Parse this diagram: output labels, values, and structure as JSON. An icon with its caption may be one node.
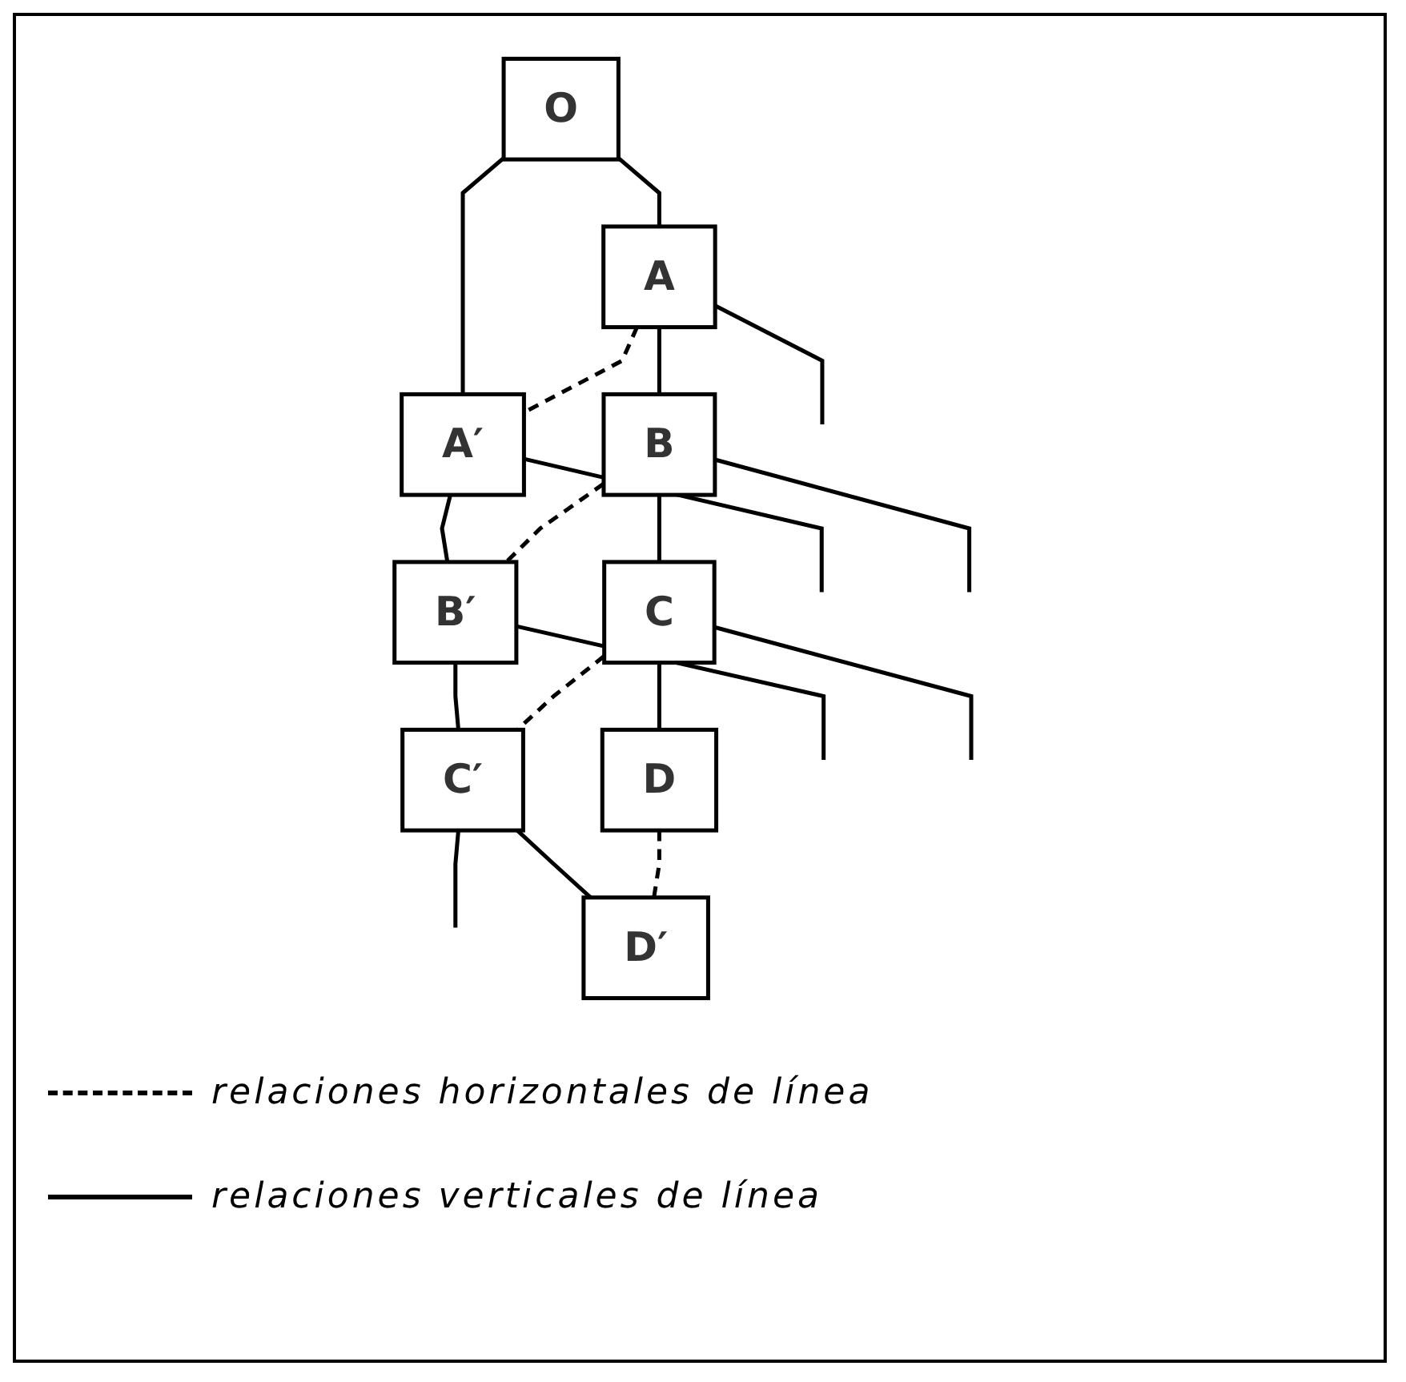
{
  "diagram": {
    "nodes": [
      {
        "text": [
          "O"
        ]
      },
      {
        "text": [
          "A"
        ]
      },
      {
        "text": [
          "A′"
        ]
      },
      {
        "text": [
          "B"
        ]
      },
      {
        "text": [
          "B′"
        ]
      },
      {
        "text": [
          "C"
        ]
      },
      {
        "text": [
          "C′"
        ]
      },
      {
        "text": [
          "D"
        ]
      },
      {
        "text": [
          "D′"
        ]
      }
    ],
    "edges": [
      {
        "from": 0,
        "to": 1,
        "arrow": "none"
      },
      {
        "from": 0,
        "to": 2,
        "arrow": "none"
      },
      {
        "from": 1,
        "to": 2,
        "arrow": "none",
        "style": "dashed"
      },
      {
        "from": 1,
        "to": 3,
        "arrow": "none"
      },
      {
        "from": 1,
        "to": null,
        "arrow": "none"
      },
      {
        "from": 2,
        "to": null,
        "arrow": "none"
      },
      {
        "from": 2,
        "to": 4,
        "arrow": "none"
      },
      {
        "from": 3,
        "to": 4,
        "arrow": "none",
        "style": "dashed"
      },
      {
        "from": 3,
        "to": 5,
        "arrow": "none"
      },
      {
        "from": 3,
        "to": null,
        "arrow": "none"
      },
      {
        "from": 4,
        "to": null,
        "arrow": "none"
      },
      {
        "from": 4,
        "to": 6,
        "arrow": "none"
      },
      {
        "from": 5,
        "to": 6,
        "arrow": "none",
        "style": "dashed"
      },
      {
        "from": 5,
        "to": 7,
        "arrow": "none"
      },
      {
        "from": 5,
        "to": null,
        "arrow": "none"
      },
      {
        "from": 6,
        "to": null,
        "arrow": "none"
      },
      {
        "from": 6,
        "to": 8,
        "arrow": "none"
      },
      {
        "from": 7,
        "to": 8,
        "arrow": "none",
        "style": "dashed"
      }
    ],
    "legend": [
      {
        "text": "relaciones horizontales de línea"
      },
      {
        "text": "relaciones verticales de línea"
      }
    ]
  }
}
